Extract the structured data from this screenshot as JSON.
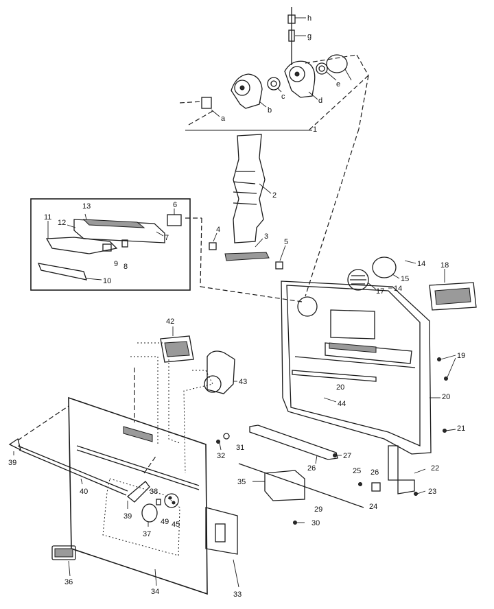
{
  "callouts": {
    "a": "a",
    "b": "b",
    "c": "c",
    "d": "d",
    "e": "e",
    "g": "g",
    "h": "h",
    "n1": "1",
    "n2": "2",
    "n3": "3",
    "n4": "4",
    "n5": "5",
    "n6": "6",
    "n7": "7",
    "n8": "8",
    "n9": "9",
    "n10": "10",
    "n11": "11",
    "n12": "12",
    "n13": "13",
    "n14a": "14",
    "n14b": "14",
    "n15": "15",
    "n17": "17",
    "n18": "18",
    "n19": "19",
    "n20a": "20",
    "n20b": "20",
    "n21": "21",
    "n22": "22",
    "n23": "23",
    "n24": "24",
    "n25": "25",
    "n26a": "26",
    "n26b": "26",
    "n27": "27",
    "n29": "29",
    "n30": "30",
    "n31": "31",
    "n32": "32",
    "n33": "33",
    "n34": "34",
    "n35": "35",
    "n36": "36",
    "n37": "37",
    "n38": "38",
    "n39a": "39",
    "n39b": "39",
    "n40": "40",
    "n42": "42",
    "n43": "43",
    "n44": "44",
    "n45": "45",
    "n49": "49"
  }
}
